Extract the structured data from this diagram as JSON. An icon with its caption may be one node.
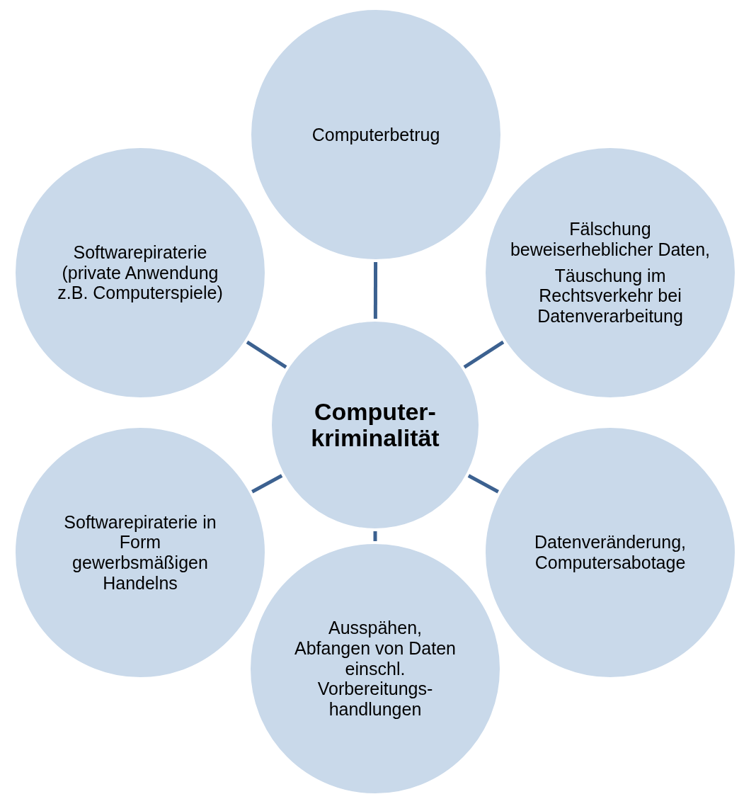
{
  "diagram": {
    "nodes": [
      {
        "text": [
          "Computer- kriminalität"
        ]
      },
      {
        "text": [
          "Computerbetrug"
        ]
      },
      {
        "text": [
          "Fälschung beweiserheblicher Daten,",
          "Täuschung im Rechtsverkehr bei Datenverarbeitung"
        ]
      },
      {
        "text": [
          "Datenveränderung, Computersabotage"
        ]
      },
      {
        "text": [
          "Ausspähen, Abfangen von Daten einschl. Vorbereitungs- handlungen"
        ]
      },
      {
        "text": [
          "Softwarepiraterie in Form gewerbsmäßigen Handelns"
        ]
      },
      {
        "text": [
          "Softwarepiraterie (private Anwendung z.B. Computerspiele)"
        ]
      }
    ],
    "edges": [
      {
        "from": 0,
        "to": 1,
        "arrow": "none"
      },
      {
        "from": 0,
        "to": 2,
        "arrow": "none"
      },
      {
        "from": 0,
        "to": 3,
        "arrow": "none"
      },
      {
        "from": 0,
        "to": 4,
        "arrow": "none"
      },
      {
        "from": 0,
        "to": 5,
        "arrow": "none"
      },
      {
        "from": 0,
        "to": 6,
        "arrow": "none"
      }
    ]
  }
}
